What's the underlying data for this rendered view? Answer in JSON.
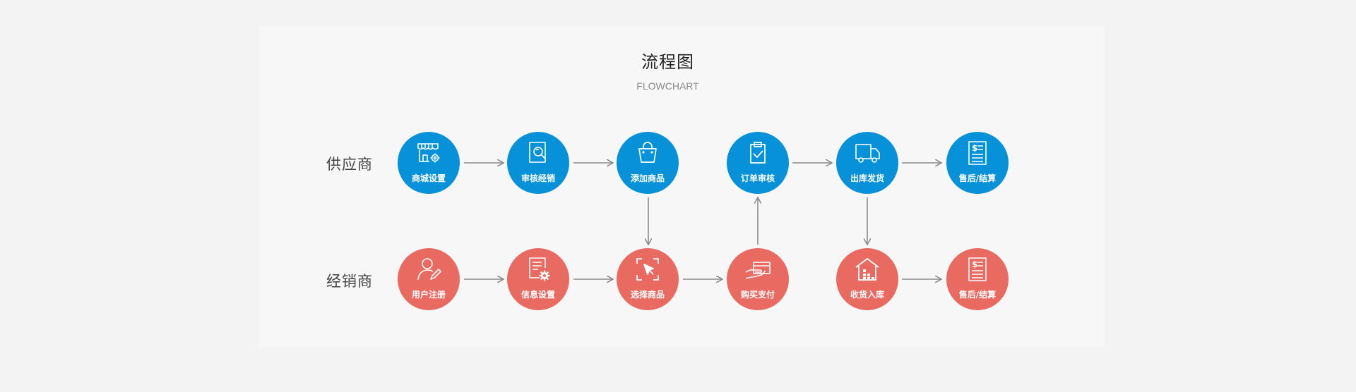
{
  "title": "流程图",
  "subtitle": "FLOWCHART",
  "colors": {
    "supplier": "#0791d8",
    "dealer": "#e86a61",
    "arrow": "#8c8c8c"
  },
  "rows": {
    "supplier": "供应商",
    "dealer": "经销商"
  },
  "nodes": {
    "s1": {
      "label": "商城设置",
      "icon": "storefront-gear-icon"
    },
    "s2": {
      "label": "审核经销",
      "icon": "document-magnifier-icon"
    },
    "s3": {
      "label": "添加商品",
      "icon": "shopping-bag-icon"
    },
    "s4": {
      "label": "订单审核",
      "icon": "clipboard-check-icon"
    },
    "s5": {
      "label": "出库发货",
      "icon": "delivery-truck-icon"
    },
    "s6": {
      "label": "售后/结算",
      "icon": "invoice-dollar-icon"
    },
    "d1": {
      "label": "用户注册",
      "icon": "user-pen-icon"
    },
    "d2": {
      "label": "信息设置",
      "icon": "document-gear-icon"
    },
    "d3": {
      "label": "选择商品",
      "icon": "select-cursor-icon"
    },
    "d4": {
      "label": "购买支付",
      "icon": "card-hand-icon"
    },
    "d5": {
      "label": "收货入库",
      "icon": "warehouse-icon"
    },
    "d6": {
      "label": "售后/结算",
      "icon": "invoice-dollar-icon"
    }
  }
}
